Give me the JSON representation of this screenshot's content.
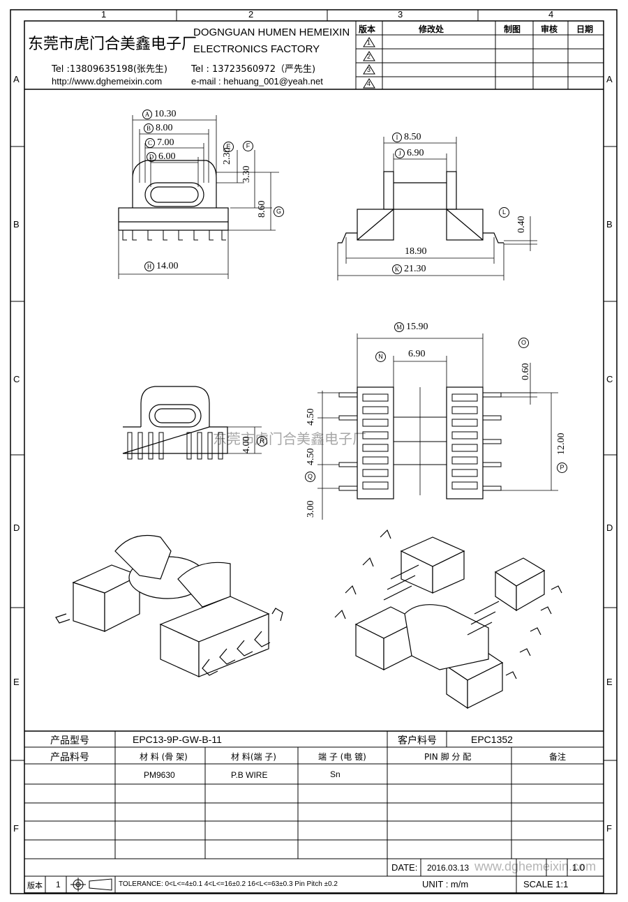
{
  "border": {
    "top_numbers": [
      "1",
      "2",
      "3",
      "4"
    ],
    "side_letters": [
      "A",
      "B",
      "C",
      "D",
      "E",
      "F"
    ]
  },
  "title_block": {
    "company_cn": "东莞市虎门合美鑫电子厂",
    "company_en_line1": "DOGNGUAN HUMEN HEMEIXIN",
    "company_en_line2": "ELECTRONICS FACTORY",
    "tel1": "Tel :13809635198(张先生)",
    "tel2": "Tel : 13723560972（严先生)",
    "website": "http://www.dghemeixin.com",
    "email": "e-mail : hehuang_001@yeah.net"
  },
  "revision_table": {
    "headers": [
      "版本",
      "修改处",
      "制图",
      "审核",
      "日期"
    ],
    "revisions": [
      "1",
      "2",
      "3",
      "4"
    ]
  },
  "dimensions": {
    "A": "10.30",
    "B": "8.00",
    "C": "7.00",
    "D": "6.00",
    "E": "2.30",
    "F": "3.30",
    "G": "8.60",
    "H": "14.00",
    "I": "8.50",
    "J": "6.90",
    "K": "21.30",
    "L": "0.40",
    "K_inner": "18.90",
    "M": "15.90",
    "N": "6.90",
    "O": "0.60",
    "P": "12.00",
    "Q": "3.00",
    "R": "4.00",
    "pitch1": "4.50",
    "pitch2": "4.50"
  },
  "dimension_letters": [
    "A",
    "B",
    "C",
    "D",
    "E",
    "F",
    "G",
    "H",
    "I",
    "J",
    "K",
    "L",
    "M",
    "N",
    "O",
    "P",
    "Q",
    "R"
  ],
  "watermark": "东莞市虎门合美鑫电子厂",
  "product_info": {
    "model_label": "产品型号",
    "model_value": "EPC13-9P-GW-B-11",
    "customer_label": "客户料号",
    "customer_value": "EPC1352",
    "partno_label": "产品料号",
    "material_bobbin_label": "材 料 (骨 架)",
    "material_pin_label": "材 料(端 子)",
    "plating_label": "端 子 (电 镀)",
    "pin_assign_label": "PIN 脚 分 配",
    "remark_label": "备注",
    "material_bobbin_value": "PM9630",
    "material_pin_value": "P.B WIRE",
    "plating_value": "Sn"
  },
  "footer": {
    "date_label": "DATE:",
    "date_value": "2016.03.13",
    "watermark_url": "www.dghemeixin.com",
    "scale_ratio": "1.0",
    "version_label": "版本",
    "version_value": "1",
    "tolerance": "TOLERANCE:  0<L<=4±0.1  4<L<=16±0.2  16<L<=63±0.3  Pin Pitch  ±0.2",
    "unit": "UNIT :  m/m",
    "scale": "SCALE   1:1"
  }
}
